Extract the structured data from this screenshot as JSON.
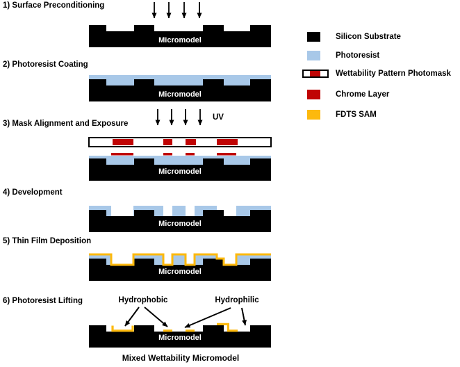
{
  "steps": [
    {
      "label": "1) Surface Preconditioning"
    },
    {
      "label": "2) Photoresist Coating"
    },
    {
      "label": "3) Mask Alignment and Exposure"
    },
    {
      "label": "4) Development"
    },
    {
      "label": "5) Thin Film Deposition"
    },
    {
      "label": "6) Photoresist Lifting"
    }
  ],
  "labels": {
    "micromodel": "Micromodel",
    "uv": "UV",
    "hydrophobic": "Hydrophobic",
    "hydrophilic": "Hydrophilic"
  },
  "caption": {
    "text": "Mixed Wettability Micromodel"
  },
  "legend": {
    "items": [
      {
        "label": "Silicon Substrate",
        "swatch": "silicon"
      },
      {
        "label": "Photoresist",
        "swatch": "photoresist"
      },
      {
        "label": "Wettability Pattern Photomask",
        "swatch": "photomask"
      },
      {
        "label": "Chrome Layer",
        "swatch": "chrome"
      },
      {
        "label": "FDTS SAM",
        "swatch": "fdts"
      }
    ]
  },
  "colors": {
    "silicon": "#000000",
    "photoresist": "#A8C8E8",
    "chrome": "#C00404",
    "fdts": "#FDB90D"
  }
}
